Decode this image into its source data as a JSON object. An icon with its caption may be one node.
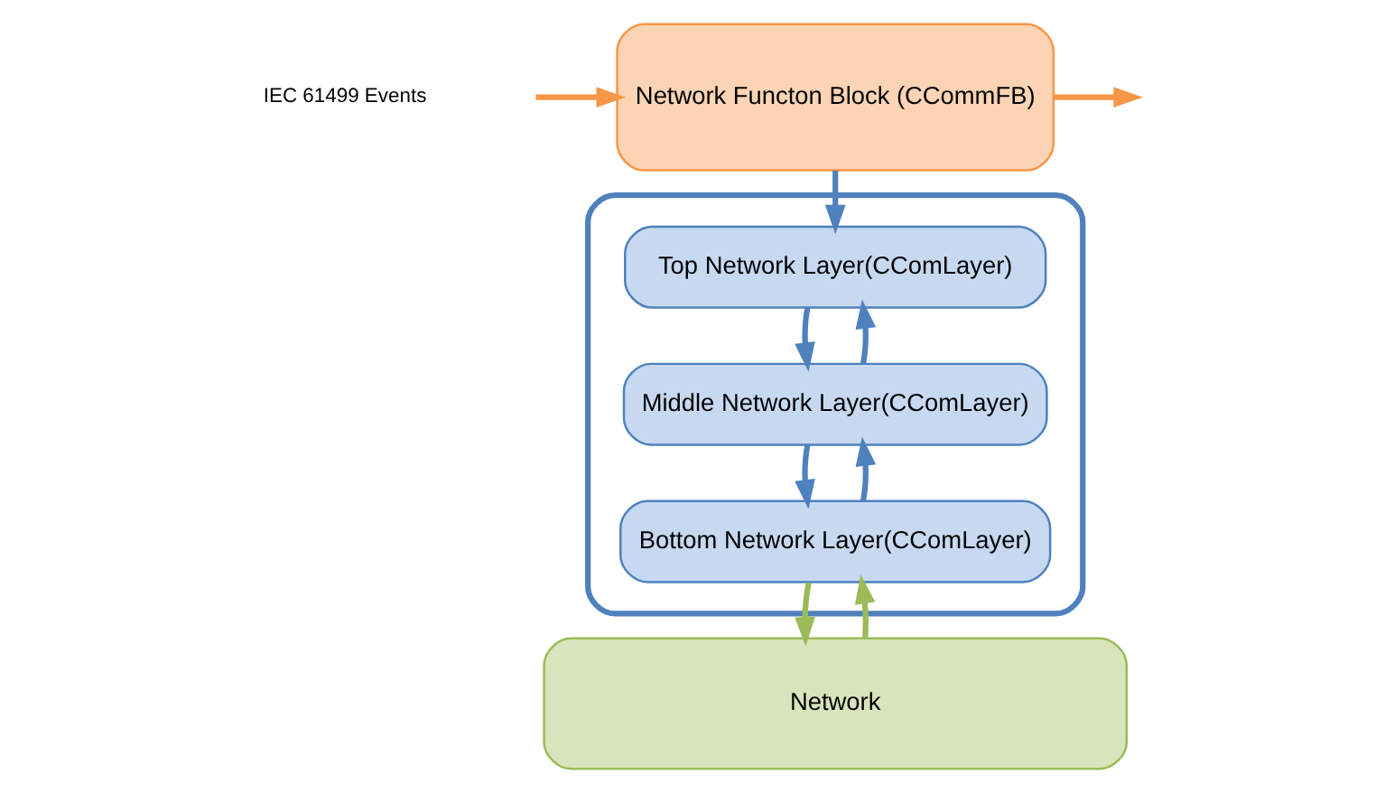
{
  "diagram": {
    "nodes": [
      {
        "text": [
          "Network Functon Block (CCommFB)"
        ]
      },
      {
        "text": [],
        "shape": "box"
      },
      {
        "text": [
          "Top Network Layer(CComLayer)"
        ],
        "in": 1
      },
      {
        "text": [
          "Middle Network Layer(CComLayer)"
        ],
        "in": 1
      },
      {
        "text": [
          "Bottom Network Layer(CComLayer)"
        ],
        "in": 1
      },
      {
        "text": [
          "Network"
        ]
      }
    ],
    "edges": [
      {
        "from": null,
        "to": 0,
        "arrow": "to",
        "color": "#f79646"
      },
      {
        "from": 0,
        "to": null,
        "arrow": "to",
        "color": "#f79646"
      },
      {
        "from": 0,
        "to": 2,
        "arrow": "to"
      },
      {
        "from": 3,
        "to": 2,
        "arrow": "to"
      },
      {
        "from": 2,
        "to": 3,
        "arrow": "to"
      },
      {
        "from": 4,
        "to": 3,
        "arrow": "to"
      },
      {
        "from": 3,
        "to": 4,
        "arrow": "to"
      },
      {
        "from": 5,
        "to": 4,
        "arrow": "to",
        "color": "#9bbb59"
      },
      {
        "from": 4,
        "to": 5,
        "arrow": "to",
        "color": "#9bbb59"
      }
    ],
    "labels": [
      "IEC 61499 Events"
    ]
  }
}
